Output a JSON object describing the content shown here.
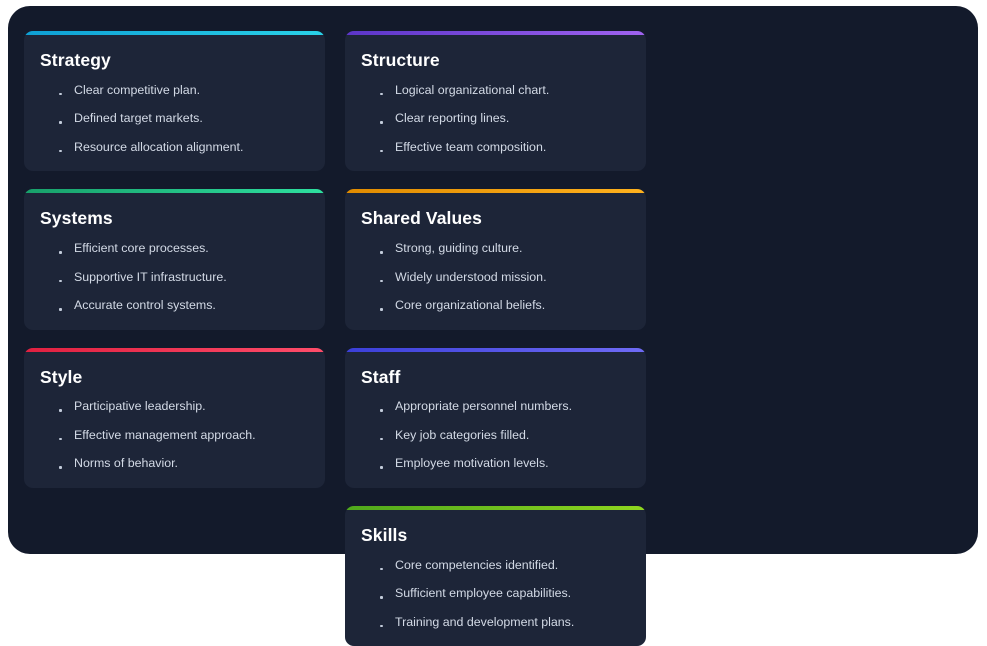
{
  "theme": {
    "page_background": "#ffffff",
    "panel_background": "#131a2b",
    "card_background": "#1d2538",
    "title_color": "#ffffff",
    "item_color": "#d3dae6",
    "bullet_color": "#c3ccdb"
  },
  "cards": [
    {
      "id": "strategy",
      "title": "Strategy",
      "accent_from": "#0e9fd4",
      "accent_to": "#2ad2e8",
      "accent_name": "cyan",
      "items": [
        "Clear competitive plan.",
        "Defined target markets.",
        "Resource allocation alignment."
      ]
    },
    {
      "id": "structure",
      "title": "Structure",
      "accent_from": "#5b35c8",
      "accent_to": "#a063f0",
      "accent_name": "purple",
      "items": [
        "Logical organizational chart.",
        "Clear reporting lines.",
        "Effective team composition."
      ]
    },
    {
      "id": "systems",
      "title": "Systems",
      "accent_from": "#18a06a",
      "accent_to": "#2ee0a0",
      "accent_name": "emerald",
      "items": [
        "Efficient core processes.",
        "Supportive IT infrastructure.",
        "Accurate control systems."
      ]
    },
    {
      "id": "shared-values",
      "title": "Shared Values",
      "accent_from": "#e08b00",
      "accent_to": "#ffb21e",
      "accent_name": "amber",
      "items": [
        "Strong, guiding culture.",
        "Widely understood mission.",
        "Core organizational beliefs."
      ]
    },
    {
      "id": "style",
      "title": "Style",
      "accent_from": "#e02040",
      "accent_to": "#ff4d6a",
      "accent_name": "rose",
      "items": [
        "Participative leadership.",
        "Effective management approach.",
        "Norms of behavior."
      ]
    },
    {
      "id": "staff",
      "title": "Staff",
      "accent_from": "#3b3fd8",
      "accent_to": "#6f6bf5",
      "accent_name": "indigo",
      "items": [
        "Appropriate personnel numbers.",
        "Key job categories filled.",
        "Employee motivation levels."
      ]
    },
    {
      "id": "skills",
      "title": "Skills",
      "accent_from": "#4fa81c",
      "accent_to": "#8fd61f",
      "accent_name": "lime",
      "items": [
        "Core competencies identified.",
        "Sufficient employee capabilities.",
        "Training and development plans."
      ]
    }
  ]
}
